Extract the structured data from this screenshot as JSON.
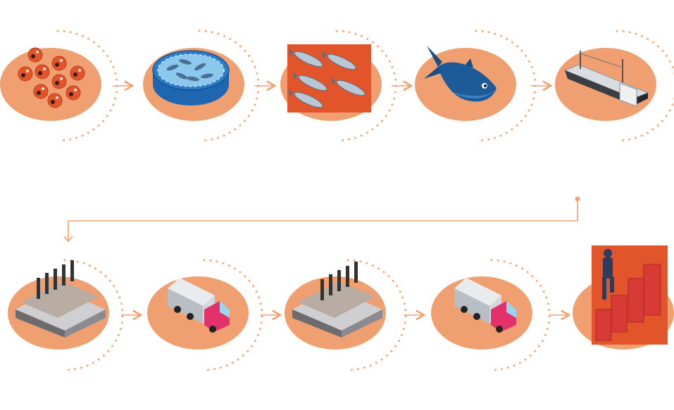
{
  "diagram": {
    "kind": "process-flow",
    "row1": [
      {
        "id": "fish-eggs",
        "icon": "fish-eggs-icon"
      },
      {
        "id": "fish-farm",
        "icon": "fish-farm-pen-icon"
      },
      {
        "id": "fish-school",
        "icon": "small-fish-group-icon"
      },
      {
        "id": "grown-fish",
        "icon": "tuna-fish-icon"
      },
      {
        "id": "fishing-vessel",
        "icon": "fishing-ship-icon"
      }
    ],
    "row2": [
      {
        "id": "processing-factory",
        "icon": "factory-icon"
      },
      {
        "id": "transport-truck",
        "icon": "truck-icon"
      },
      {
        "id": "processing-factory-2",
        "icon": "factory-icon"
      },
      {
        "id": "delivery-truck",
        "icon": "truck-icon"
      },
      {
        "id": "business-growth",
        "icon": "businessman-climbing-bar-chart-icon"
      }
    ],
    "colors": {
      "disc": "#f0a070",
      "dots": "#f5a87a",
      "arrow": "#f2a070",
      "accent": "#e2552a",
      "red_bar": "#d83a35"
    }
  }
}
